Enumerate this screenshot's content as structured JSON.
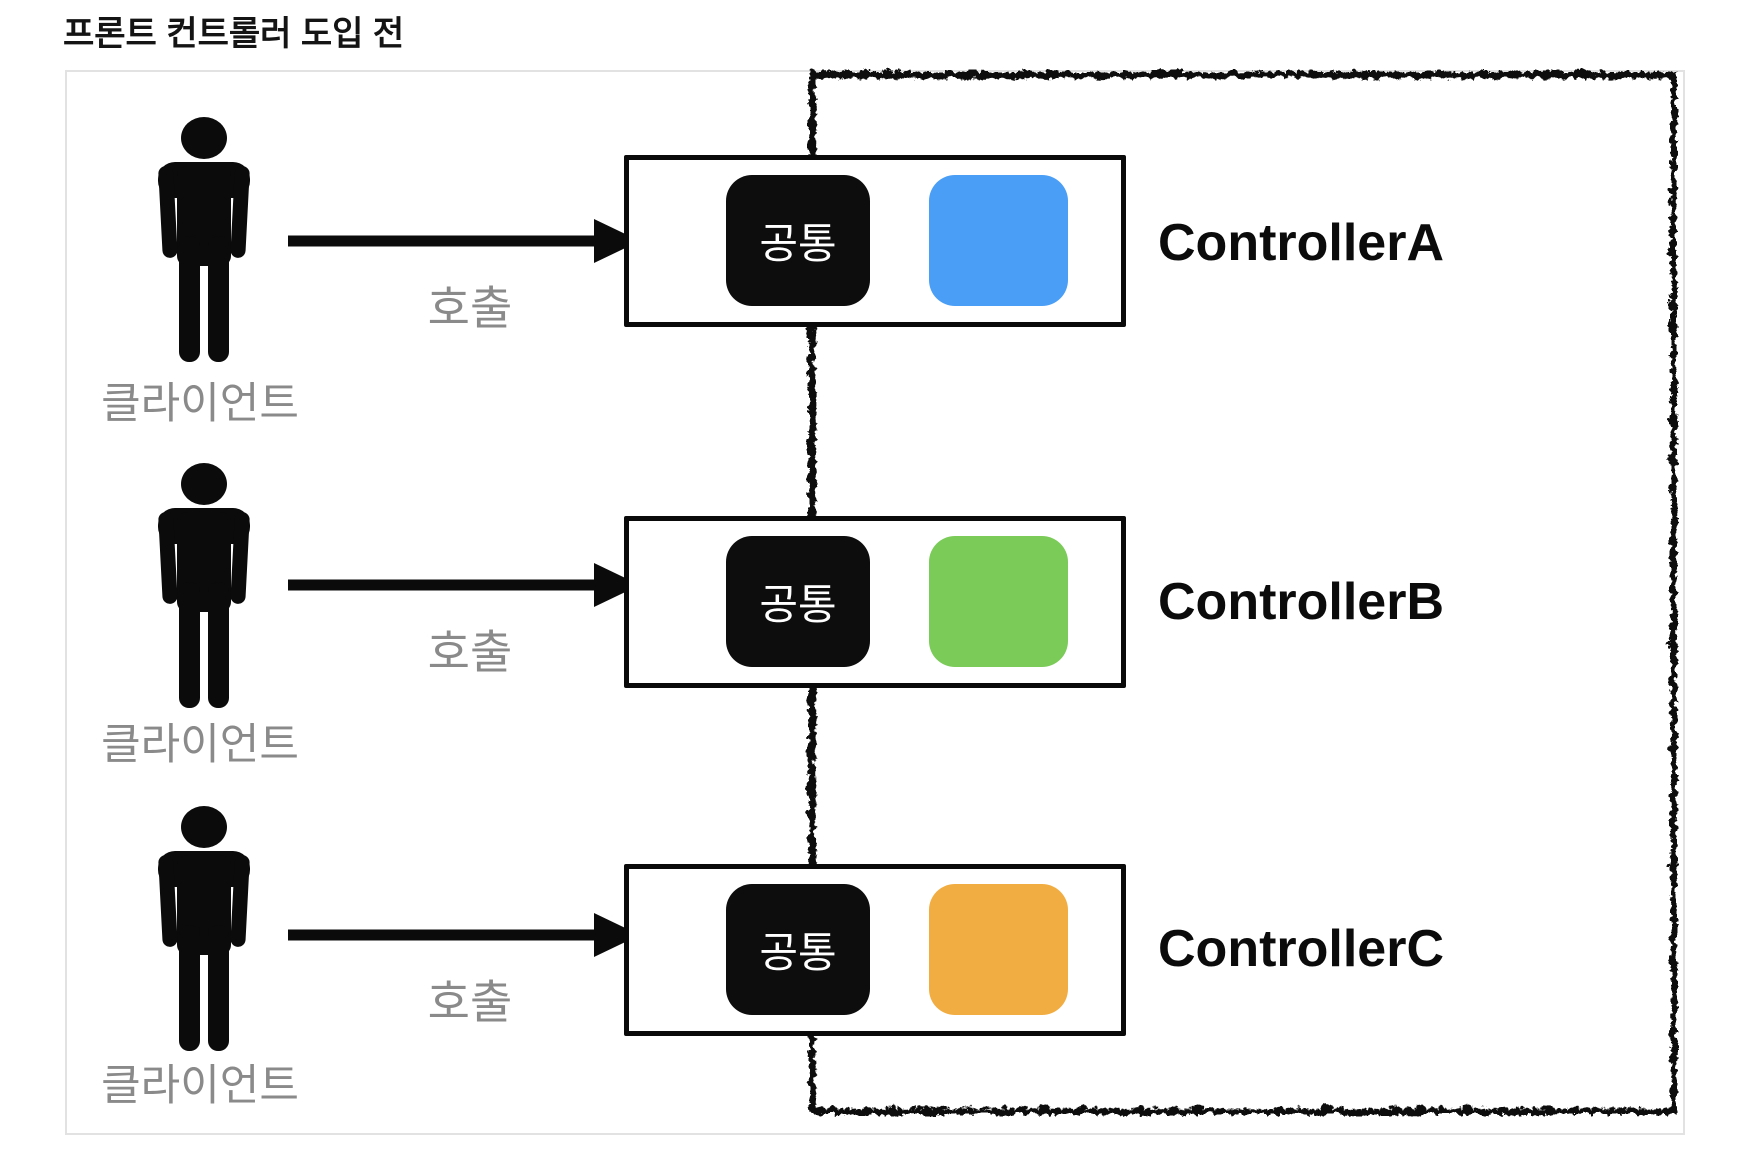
{
  "title": "프론트 컨트롤러 도입 전",
  "colors": {
    "muted_text": "#8a8a8a",
    "frame_border": "#e2e2e2",
    "common_bg": "#0d0d0d",
    "handler_a": "#4a9ef5",
    "handler_b": "#7bcb59",
    "handler_c": "#f2ad42"
  },
  "rows": [
    {
      "client_label": "클라이언트",
      "call_label": "호출",
      "common_label": "공통",
      "controller_name": "ControllerA",
      "handler_color": "#4a9ef5"
    },
    {
      "client_label": "클라이언트",
      "call_label": "호출",
      "common_label": "공통",
      "controller_name": "ControllerB",
      "handler_color": "#7bcb59"
    },
    {
      "client_label": "클라이언트",
      "call_label": "호출",
      "common_label": "공통",
      "controller_name": "ControllerC",
      "handler_color": "#f2ad42"
    }
  ]
}
